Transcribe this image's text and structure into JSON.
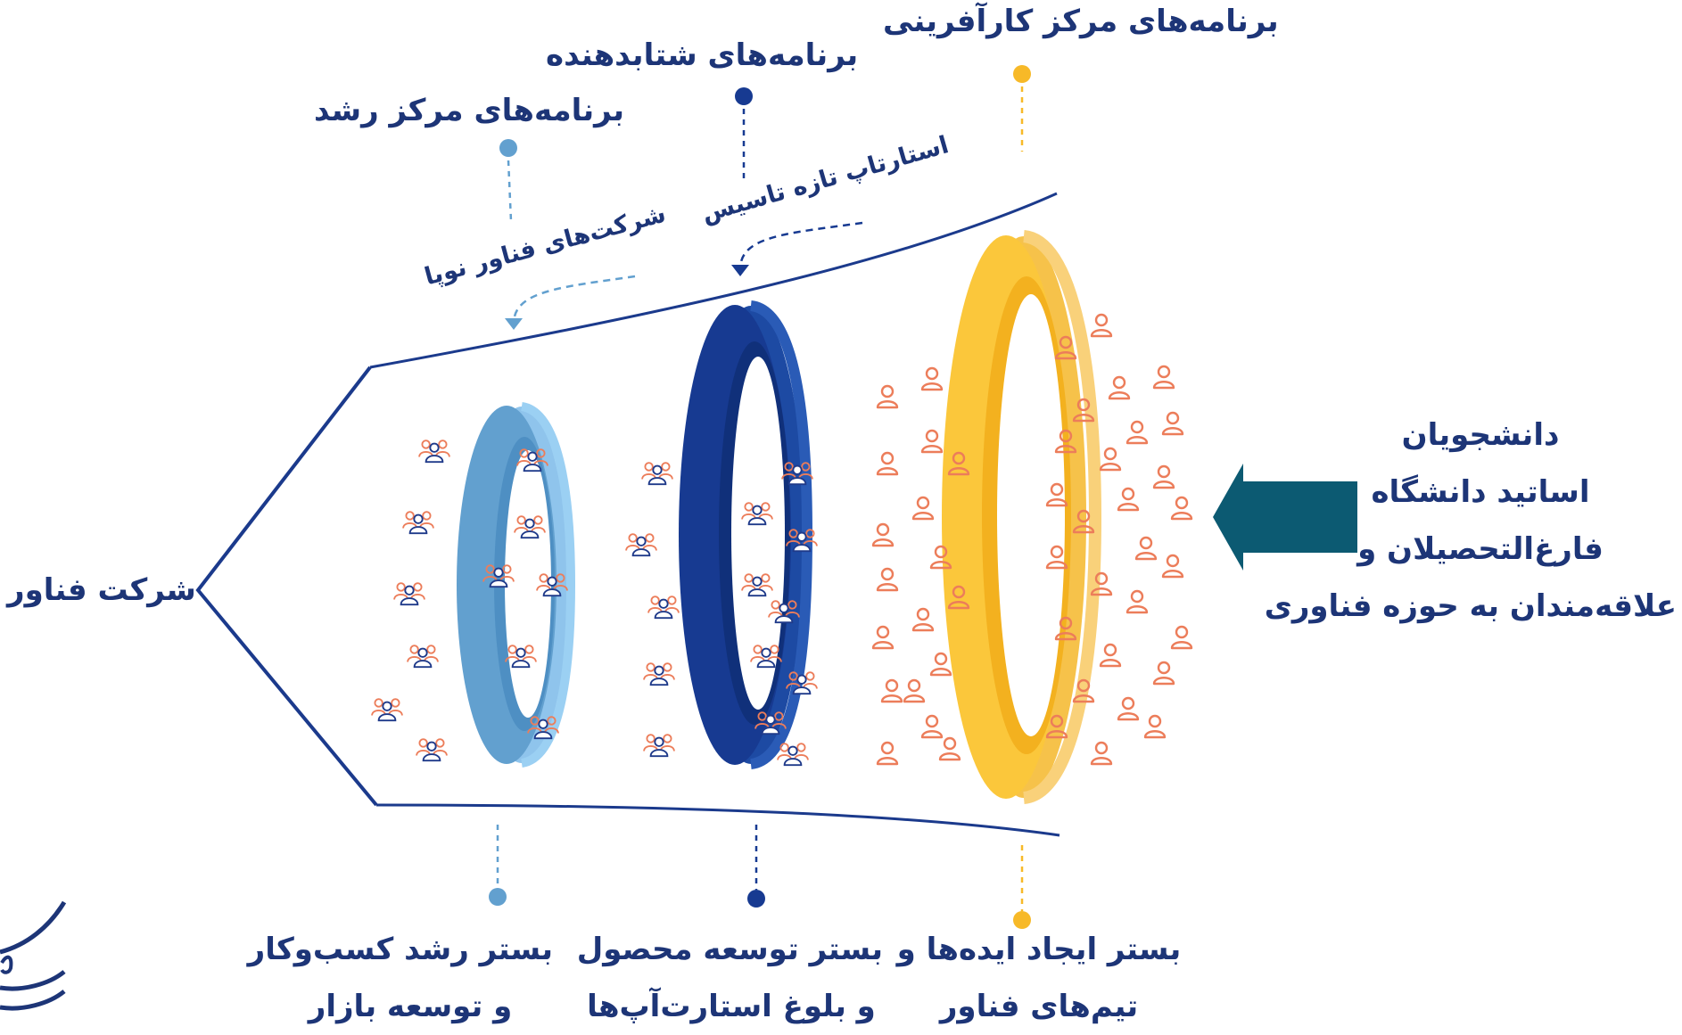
{
  "top_labels": {
    "incubator": "برنامه‌های مرکز کار‌آفرینی",
    "accelerator": "برنامه‌های شتابدهنده",
    "growth": "برنامه‌های مرکز رشد"
  },
  "flow_labels": {
    "new_startup": "استارتاپ تازه تاسیس",
    "emerging_companies": "شرکت‌های فناور نوپا"
  },
  "left_label": "شرکت فناور",
  "right_label": {
    "line1": "دانشجویان",
    "line2": "اساتید دانشگاه",
    "line3": "فارغ‌التحصیلان و",
    "line4": "علاقه‌مندان به حوزه فناوری"
  },
  "bottom_labels": {
    "growth": {
      "line1": "بستر رشد کسب‌و‌کار",
      "line2": "و توسعه بازار"
    },
    "product": {
      "line1": "بستر توسعه محصول",
      "line2": "و بلوغ استارت‌آپ‌ها"
    },
    "ideas": {
      "line1": "بستر ایجاد ایده‌ها و",
      "line2": "تیم‌های فناور"
    }
  },
  "colors": {
    "yellow": "#f7b928",
    "dark_blue": "#173a91",
    "light_blue": "#62a0cf",
    "person": "#ec7d5a",
    "arrow": "#0c5a72",
    "outline": "#1b3a8c"
  },
  "icons": {
    "single_person": "person-icon",
    "group": "group-icon",
    "arrow": "arrow-left-icon",
    "logo": "logo-waves"
  }
}
